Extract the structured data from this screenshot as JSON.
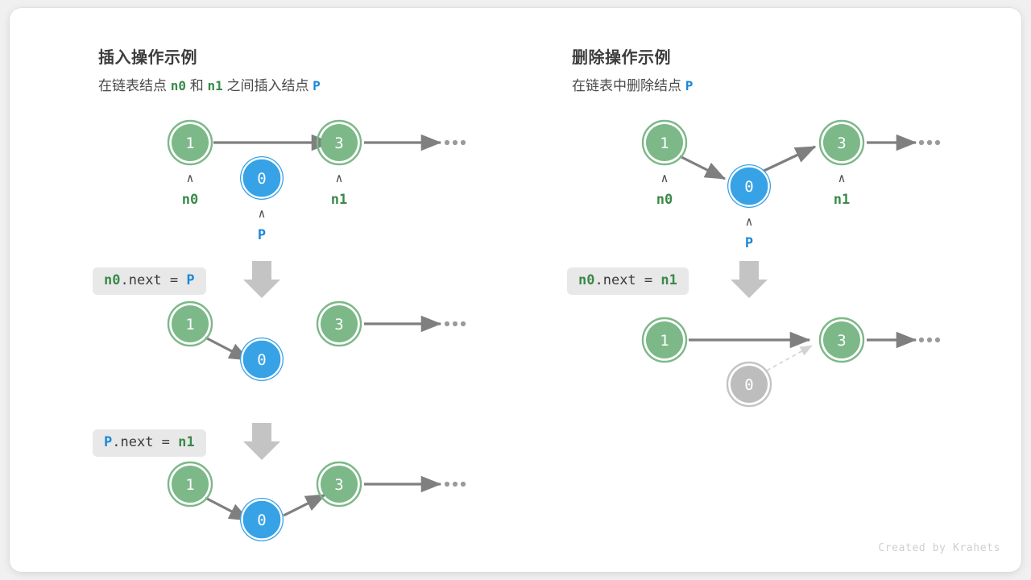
{
  "card": {
    "background": "#ffffff",
    "page_background": "#f0f0f0"
  },
  "colors": {
    "node_green_fill": "#7cb888",
    "node_green_ring": "#7cb888",
    "node_blue_fill": "#37a2e6",
    "node_blue_ring": "#2f9ce4",
    "node_gray_fill": "#bdbdbd",
    "node_gray_ring": "#c4c4c4",
    "arrow_gray": "#7f7f7f",
    "arrow_dashed": "#d8d8d8",
    "down_arrow": "#c4c4c4",
    "code_bg": "#e8e8e8",
    "label_green": "#3a8a4a",
    "label_blue": "#1b88d8",
    "title_text": "#3d3d3d",
    "credit_text": "#cfcfcf"
  },
  "left_panel": {
    "title": "插入操作示例",
    "subtitle_prefix": "在链表结点 ",
    "subtitle_n0": "n0",
    "subtitle_mid": " 和 ",
    "subtitle_n1": "n1",
    "subtitle_suffix": " 之间插入结点 ",
    "subtitle_p": "P",
    "steps": [
      {
        "code_tokens": [
          {
            "text": "n0",
            "color": "green"
          },
          {
            "text": ".next = ",
            "color": "plain"
          },
          {
            "text": "P",
            "color": "blue"
          }
        ],
        "code_plain": "n0.next = P"
      },
      {
        "code_tokens": [
          {
            "text": "P",
            "color": "blue"
          },
          {
            "text": ".next = ",
            "color": "plain"
          },
          {
            "text": "n1",
            "color": "green"
          }
        ],
        "code_plain": "P.next = n1"
      }
    ],
    "rows": [
      {
        "name": "initial-state",
        "nodes": [
          {
            "value": "1",
            "kind": "green",
            "pointer": "n0"
          },
          {
            "value": "0",
            "kind": "blue",
            "pointer": "P"
          },
          {
            "value": "3",
            "kind": "green",
            "pointer": "n1"
          }
        ],
        "ellipsis": "•••"
      },
      {
        "name": "after-n0-next-p",
        "nodes": [
          {
            "value": "1",
            "kind": "green"
          },
          {
            "value": "0",
            "kind": "blue"
          },
          {
            "value": "3",
            "kind": "green"
          }
        ],
        "ellipsis": "•••"
      },
      {
        "name": "after-p-next-n1",
        "nodes": [
          {
            "value": "1",
            "kind": "green"
          },
          {
            "value": "0",
            "kind": "blue"
          },
          {
            "value": "3",
            "kind": "green"
          }
        ],
        "ellipsis": "•••"
      }
    ]
  },
  "right_panel": {
    "title": "删除操作示例",
    "subtitle_prefix": "在链表中删除结点 ",
    "subtitle_p": "P",
    "steps": [
      {
        "code_tokens": [
          {
            "text": "n0",
            "color": "green"
          },
          {
            "text": ".next = ",
            "color": "plain"
          },
          {
            "text": "n1",
            "color": "green"
          }
        ],
        "code_plain": "n0.next = n1"
      }
    ],
    "rows": [
      {
        "name": "initial-state",
        "nodes": [
          {
            "value": "1",
            "kind": "green",
            "pointer": "n0"
          },
          {
            "value": "0",
            "kind": "blue",
            "pointer": "P"
          },
          {
            "value": "3",
            "kind": "green",
            "pointer": "n1"
          }
        ],
        "ellipsis": "•••"
      },
      {
        "name": "after-delete",
        "nodes": [
          {
            "value": "1",
            "kind": "green"
          },
          {
            "value": "0",
            "kind": "gray"
          },
          {
            "value": "3",
            "kind": "green"
          }
        ],
        "ellipsis": "•••"
      }
    ]
  },
  "footer": {
    "credit": "Created by Krahets"
  }
}
